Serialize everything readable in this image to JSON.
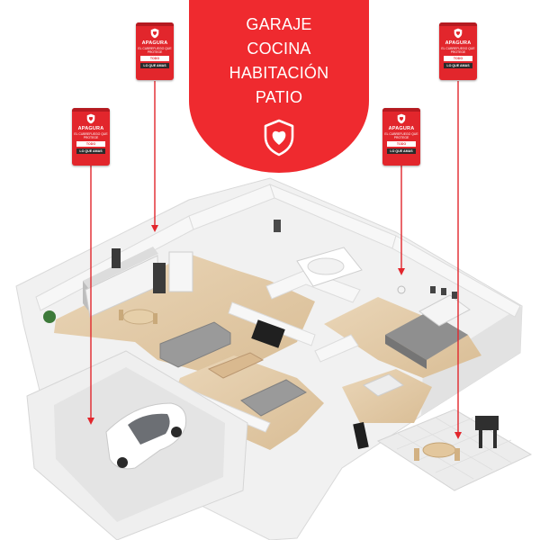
{
  "banner": {
    "lines": [
      "GARAJE",
      "COCINA",
      "HABITACIÓN",
      "PATIO"
    ],
    "icon": "shield-heart-icon",
    "color": "#ef2a2f"
  },
  "product": {
    "brand": "APAGURA",
    "tagline": "EL CUBREFUEGO QUE PROTEGE",
    "label_line1": "TODO",
    "label_line2": "LO QUE AMAS",
    "icon": "shield-heart-icon"
  },
  "rooms": [
    "garage",
    "kitchen",
    "bedroom",
    "patio"
  ]
}
